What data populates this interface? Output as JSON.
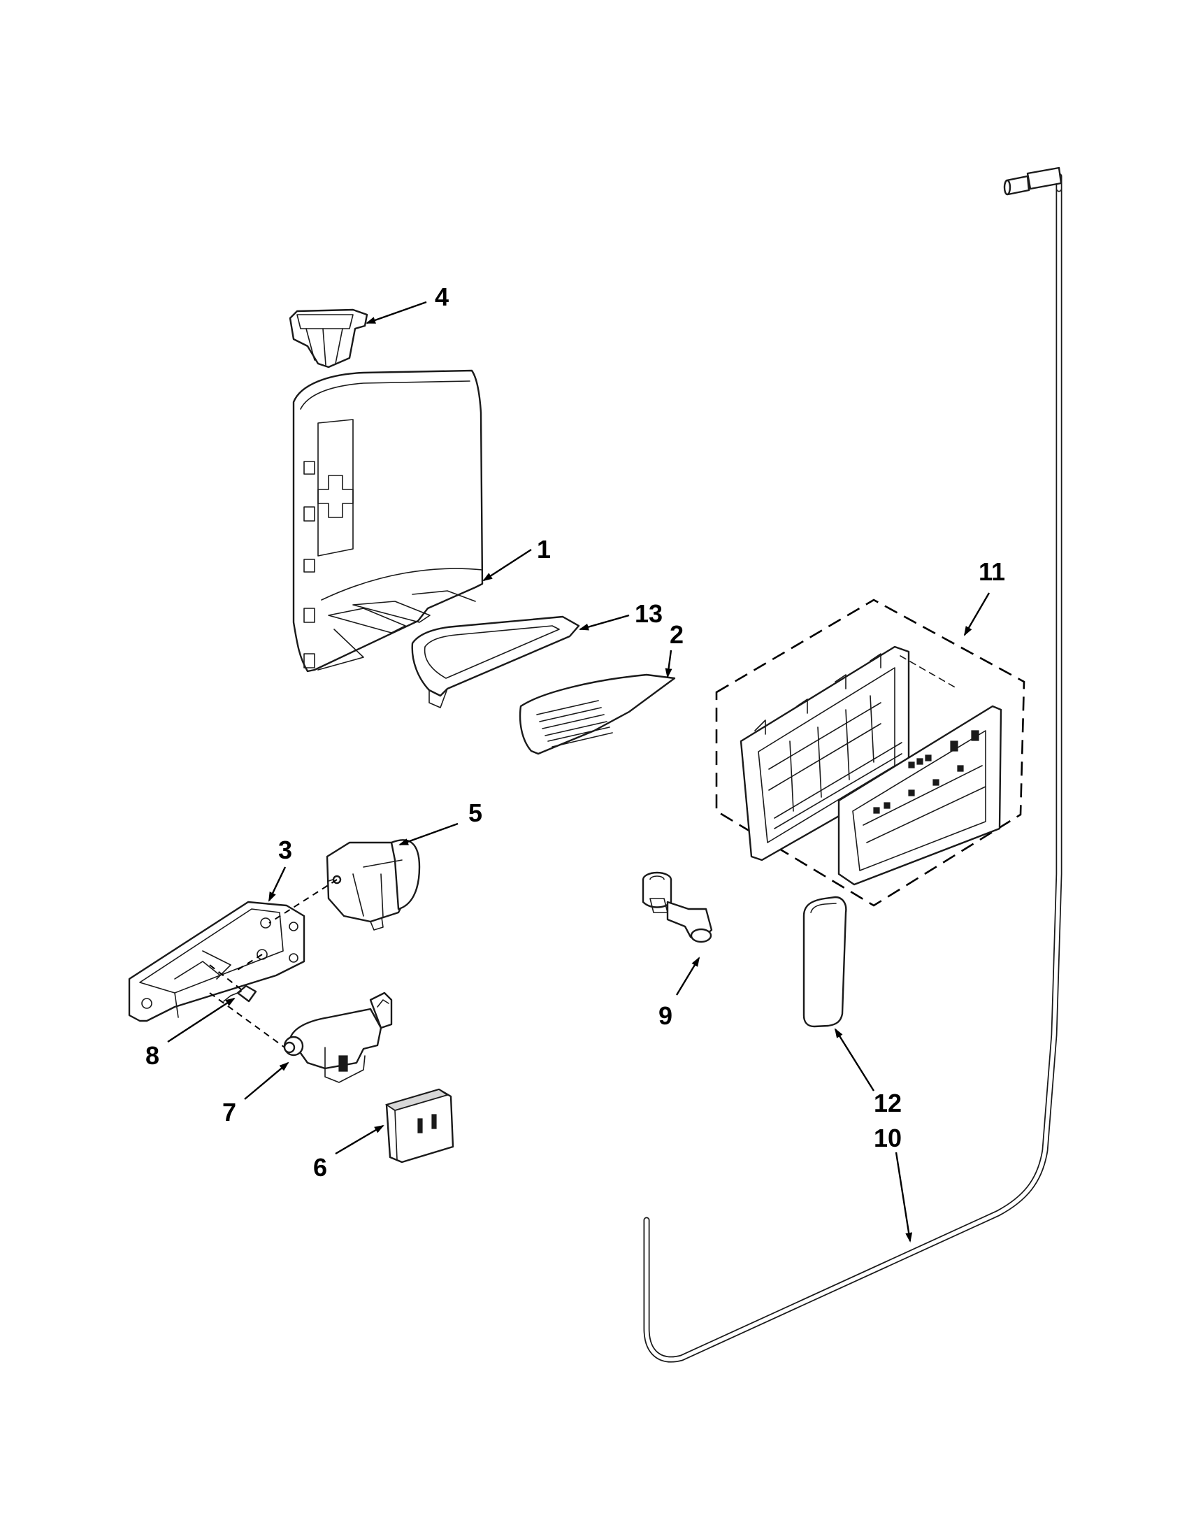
{
  "diagram": {
    "type": "exploded parts diagram",
    "line_color": "#1a1a1a",
    "background": "#ffffff"
  },
  "callouts": [
    {
      "id": "4",
      "label": "4"
    },
    {
      "id": "1",
      "label": "1"
    },
    {
      "id": "13",
      "label": "13"
    },
    {
      "id": "2",
      "label": "2"
    },
    {
      "id": "11",
      "label": "11"
    },
    {
      "id": "5",
      "label": "5"
    },
    {
      "id": "3",
      "label": "3"
    },
    {
      "id": "9",
      "label": "9"
    },
    {
      "id": "8",
      "label": "8"
    },
    {
      "id": "7",
      "label": "7"
    },
    {
      "id": "6",
      "label": "6"
    },
    {
      "id": "12",
      "label": "12"
    },
    {
      "id": "10",
      "label": "10"
    }
  ]
}
